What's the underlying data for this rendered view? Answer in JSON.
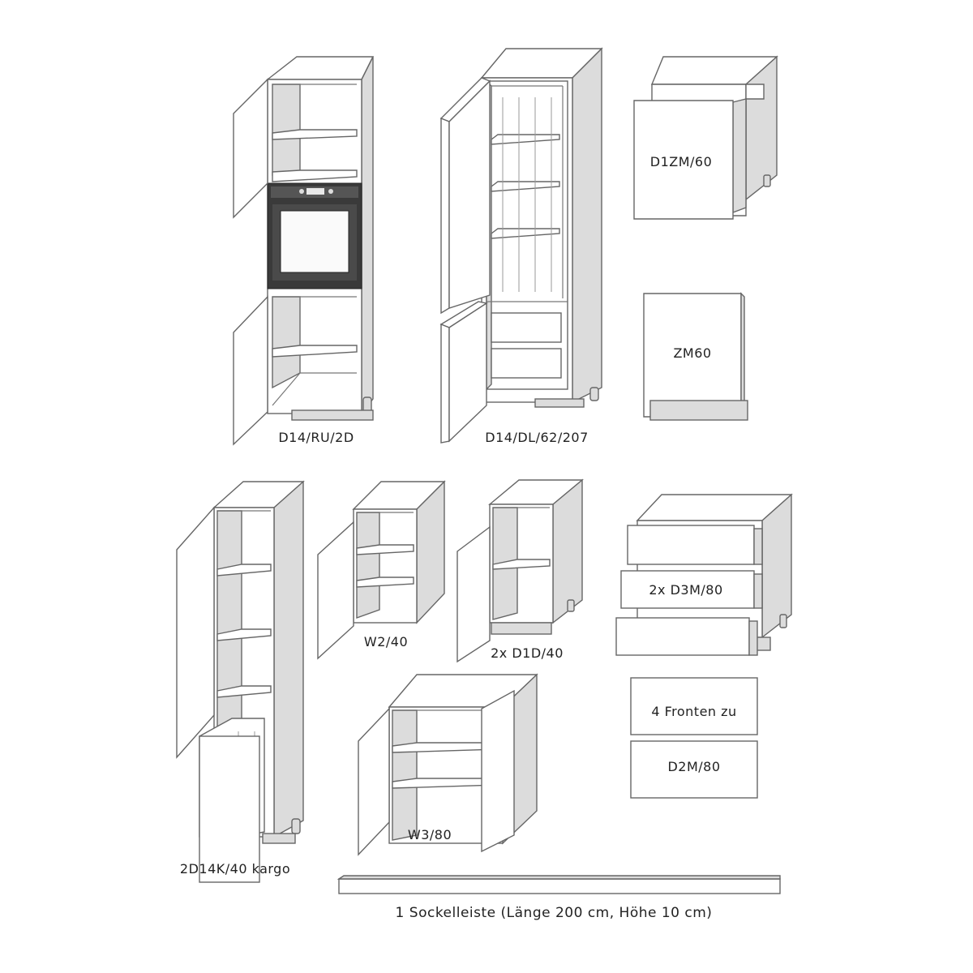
{
  "items": [
    {
      "label": "D14/RU/2D"
    },
    {
      "label": "D14/DL/62/207"
    },
    {
      "label": "D1ZM/60"
    },
    {
      "label": "ZM60"
    },
    {
      "label": "2D14K/40 kargo"
    },
    {
      "label": "W2/40"
    },
    {
      "label": "2x D1D/40"
    },
    {
      "label": "2x D3M/80"
    },
    {
      "label": "4 Fronten zu"
    },
    {
      "label": "D2M/80"
    },
    {
      "label": "W3/80"
    }
  ],
  "plinth": {
    "label": "1 Sockelleiste (Länge 200 cm, Höhe 10 cm)"
  },
  "colors": {
    "outline": "#666666",
    "side_panel": "#dcdcdc",
    "oven": "#3a3a3a",
    "background": "#ffffff"
  }
}
